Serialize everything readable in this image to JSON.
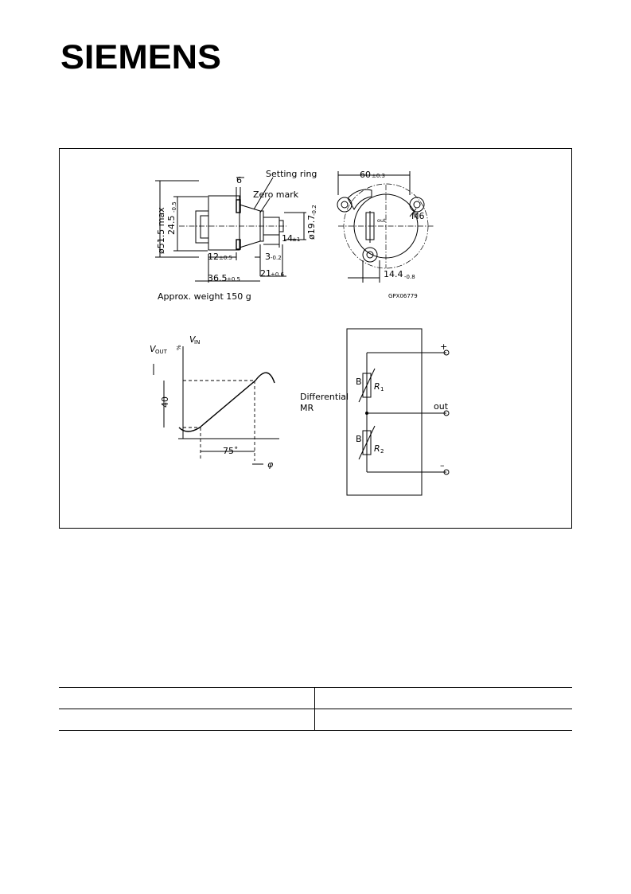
{
  "brand": {
    "name": "SIEMENS"
  },
  "mechanical": {
    "setting_ring": "Setting ring",
    "zero_mark": "Zero mark",
    "weight": "Approx. weight 150 g",
    "drawing_code": "GPX06779",
    "dim_6": "6",
    "dim_dia_51_5": "ø51.5 max",
    "dim_24_5": "24.5",
    "dim_24_5_tol": "-0.5",
    "dim_dia_19_7": "ø19.7",
    "dim_dia_19_7_tol": "-0.2",
    "dim_14": "14",
    "dim_14_tol": "±1",
    "dim_12": "12",
    "dim_12_tol": "±0.5",
    "dim_3": "3",
    "dim_3_tol": "-0.2",
    "dim_21": "21",
    "dim_21_tol": "±0.6",
    "dim_36_5": "36.5",
    "dim_36_5_tol": "±0.5",
    "dim_60": "60",
    "dim_60_tol": "±0.3",
    "dim_m6": "M6",
    "dim_14_4": "14.4",
    "dim_14_4_tol": "-0.8",
    "connector_label": "out"
  },
  "characteristic": {
    "v_out": "V",
    "v_out_sub": "OUT",
    "percent": "%",
    "v_in": "V",
    "v_in_sub": "IN",
    "level_40": "40",
    "angle_75": "75˚",
    "phi": "φ"
  },
  "circuit": {
    "title_line1": "Differential",
    "title_line2": "MR",
    "plus": "+",
    "out": "out",
    "minus": "–",
    "r1": "R",
    "r1_sub": "1",
    "r2": "R",
    "r2_sub": "2",
    "b_label": "B"
  },
  "table": {
    "rows": 2,
    "cols": 2
  }
}
